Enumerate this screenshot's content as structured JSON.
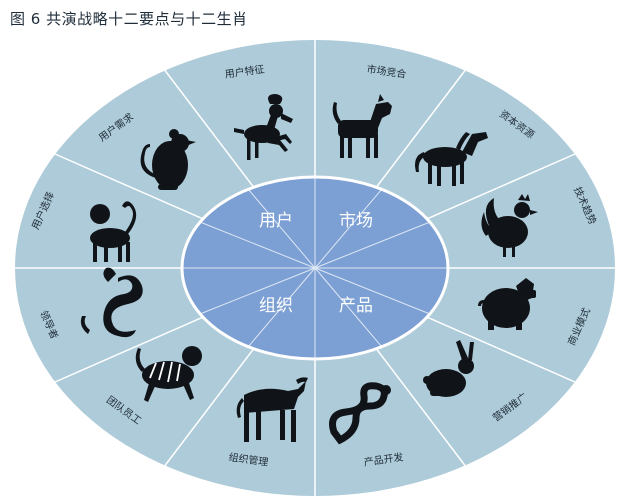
{
  "figure": {
    "title": "图 6  共演战略十二要点与十二生肖"
  },
  "quadrants": [
    {
      "label": "用户"
    },
    {
      "label": "市场"
    },
    {
      "label": "组织"
    },
    {
      "label": "产品"
    }
  ],
  "segments": [
    {
      "label": "用户特征",
      "animal": "goat-icon"
    },
    {
      "label": "市场竞合",
      "animal": "dog-icon"
    },
    {
      "label": "资本资源",
      "animal": "horse-icon"
    },
    {
      "label": "技术趋势",
      "animal": "rooster-icon"
    },
    {
      "label": "商业模式",
      "animal": "pig-icon"
    },
    {
      "label": "营销推广",
      "animal": "rabbit-icon"
    },
    {
      "label": "产品开发",
      "animal": "snake-icon"
    },
    {
      "label": "组织管理",
      "animal": "ox-icon"
    },
    {
      "label": "团队员工",
      "animal": "tiger-icon"
    },
    {
      "label": "领导者",
      "animal": "dragon-icon"
    },
    {
      "label": "用户选择",
      "animal": "monkey-icon"
    },
    {
      "label": "用户需求",
      "animal": "rat-icon"
    }
  ],
  "colors": {
    "outer_ring": "#aecbd9",
    "inner_ellipse": "#7c9fd4",
    "divider": "#ffffff",
    "animal": "#101418"
  }
}
